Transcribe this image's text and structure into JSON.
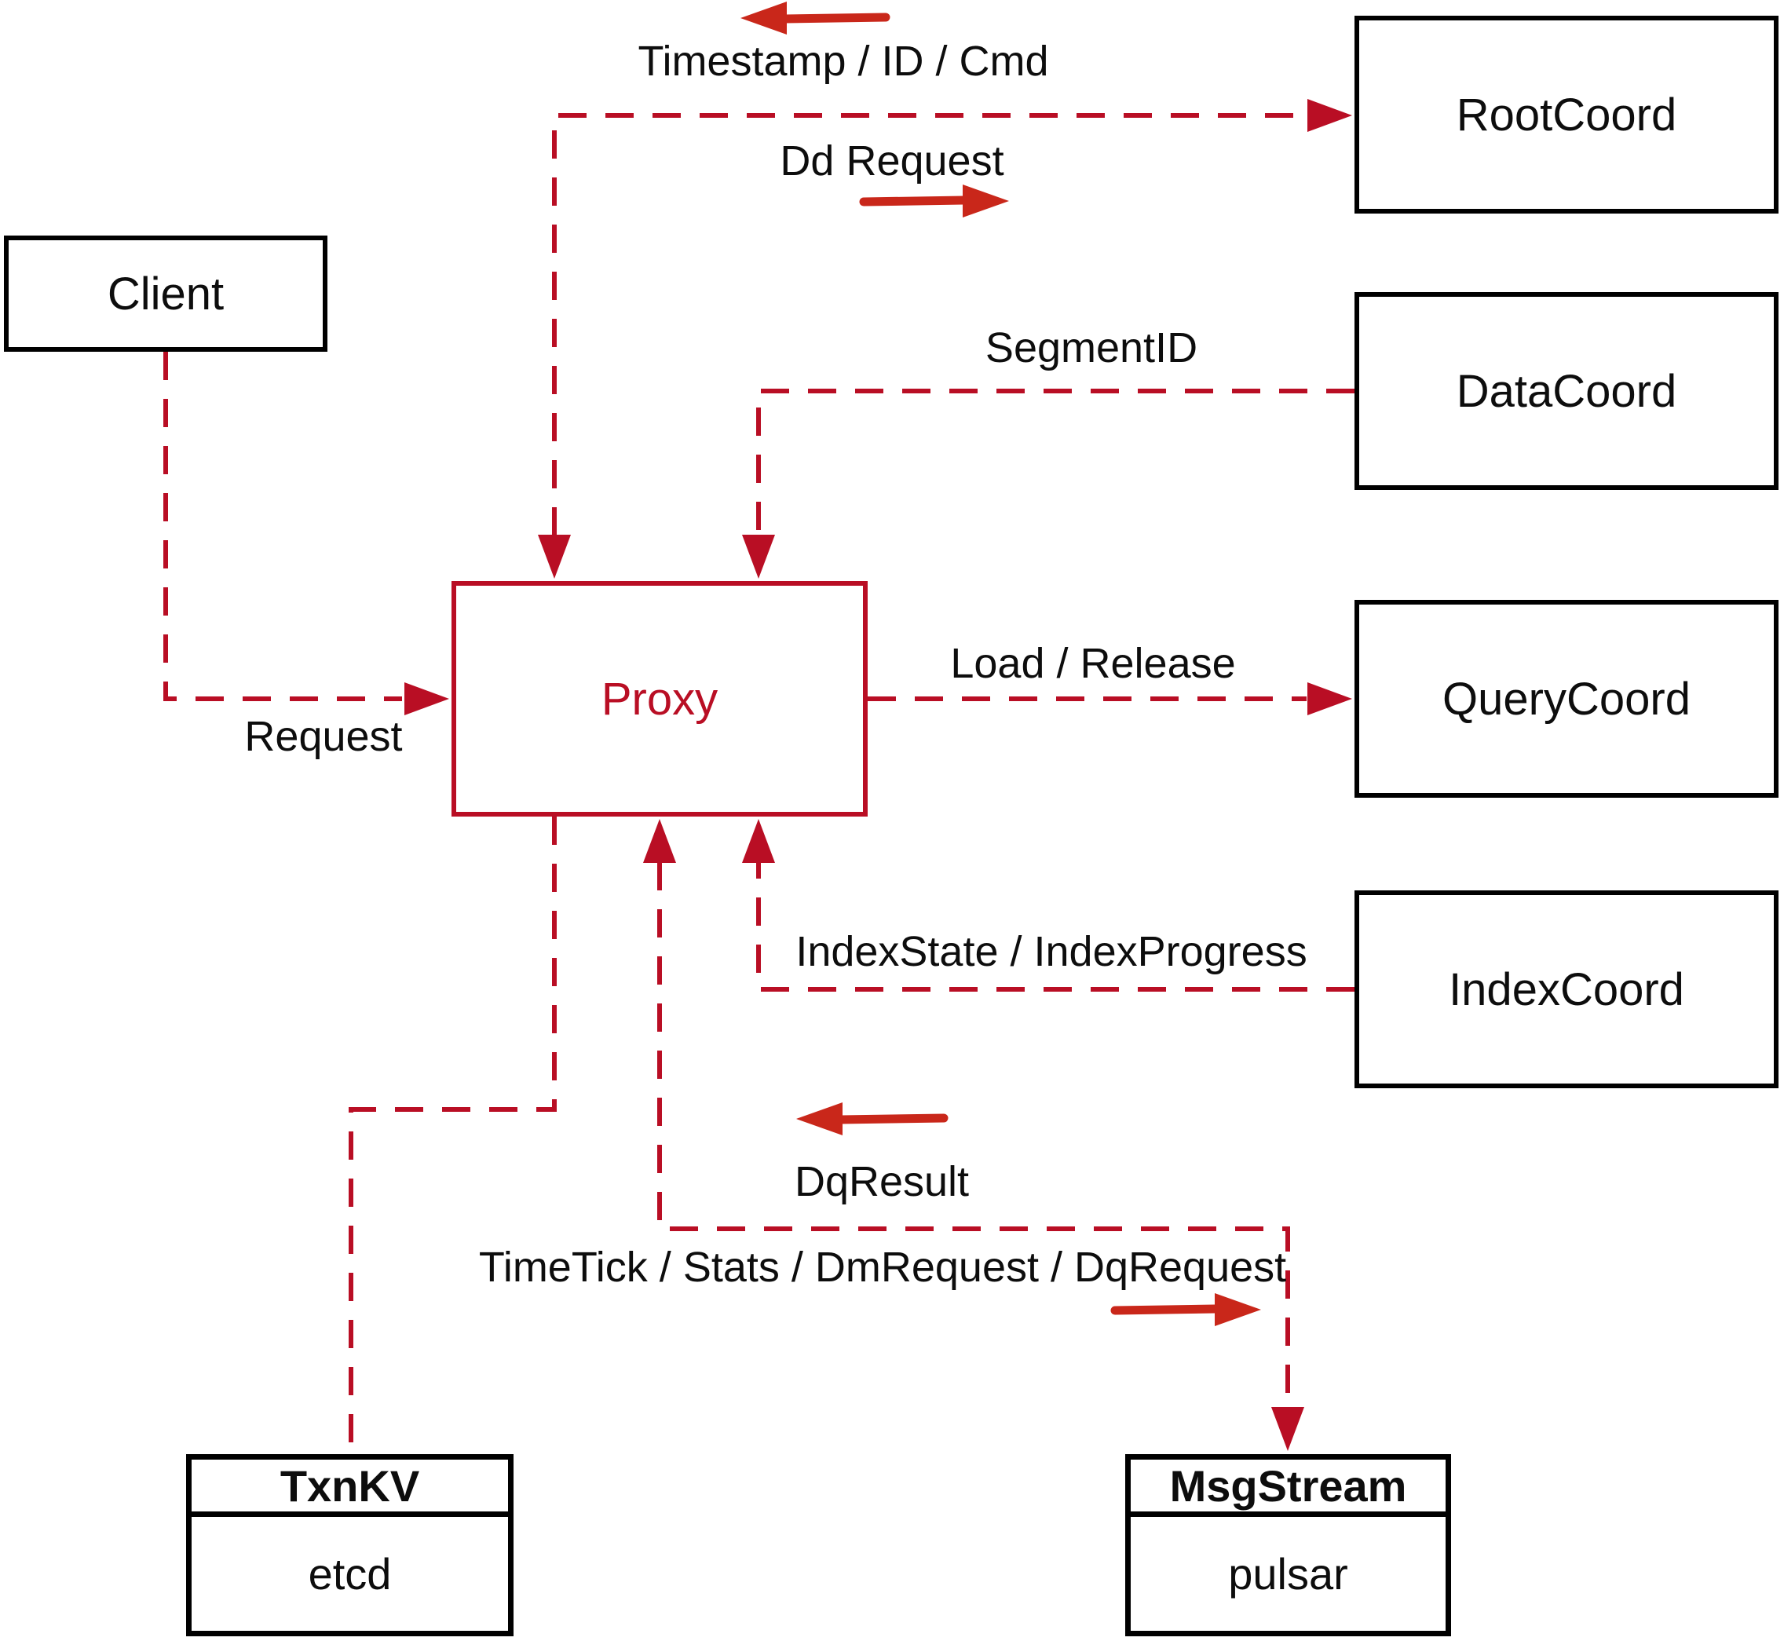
{
  "colors": {
    "connector_red": "#b90e24",
    "solid_arrow_red": "#c9271a",
    "box_border_black": "#000000",
    "text_black": "#0d0d0d",
    "background": "#ffffff"
  },
  "nodes": {
    "client": {
      "label": "Client"
    },
    "rootcoord": {
      "label": "RootCoord"
    },
    "datacoord": {
      "label": "DataCoord"
    },
    "querycoord": {
      "label": "QueryCoord"
    },
    "indexcoord": {
      "label": "IndexCoord"
    },
    "proxy": {
      "label": "Proxy"
    },
    "txnkv": {
      "title": "TxnKV",
      "body": "etcd"
    },
    "msgstream": {
      "title": "MsgStream",
      "body": "pulsar"
    }
  },
  "edge_labels": {
    "timestamp_id_cmd": "Timestamp / ID / Cmd",
    "dd_request": "Dd Request",
    "segment_id": "SegmentID",
    "request": "Request",
    "load_release": "Load / Release",
    "index_state": "IndexState / IndexProgress",
    "dq_result": "DqResult",
    "timetick": "TimeTick / Stats / DmRequest / DqRequest"
  },
  "edges": [
    {
      "from": "Client",
      "to": "Proxy",
      "label": "Request",
      "style": "dashed"
    },
    {
      "from": "Proxy",
      "to": "RootCoord",
      "label": "Dd Request",
      "style": "dashed"
    },
    {
      "from": "RootCoord",
      "to": "Proxy",
      "label": "Timestamp / ID / Cmd",
      "style": "dashed"
    },
    {
      "from": "DataCoord",
      "to": "Proxy",
      "label": "SegmentID",
      "style": "dashed"
    },
    {
      "from": "Proxy",
      "to": "QueryCoord",
      "label": "Load / Release",
      "style": "dashed"
    },
    {
      "from": "IndexCoord",
      "to": "Proxy",
      "label": "IndexState / IndexProgress",
      "style": "dashed"
    },
    {
      "from": "Proxy",
      "to": "TxnKV",
      "label": "",
      "style": "dashed"
    },
    {
      "from": "Proxy",
      "to": "MsgStream",
      "label": "TimeTick / Stats / DmRequest / DqRequest",
      "style": "dashed"
    },
    {
      "from": "MsgStream",
      "to": "Proxy",
      "label": "DqResult",
      "style": "dashed"
    }
  ]
}
